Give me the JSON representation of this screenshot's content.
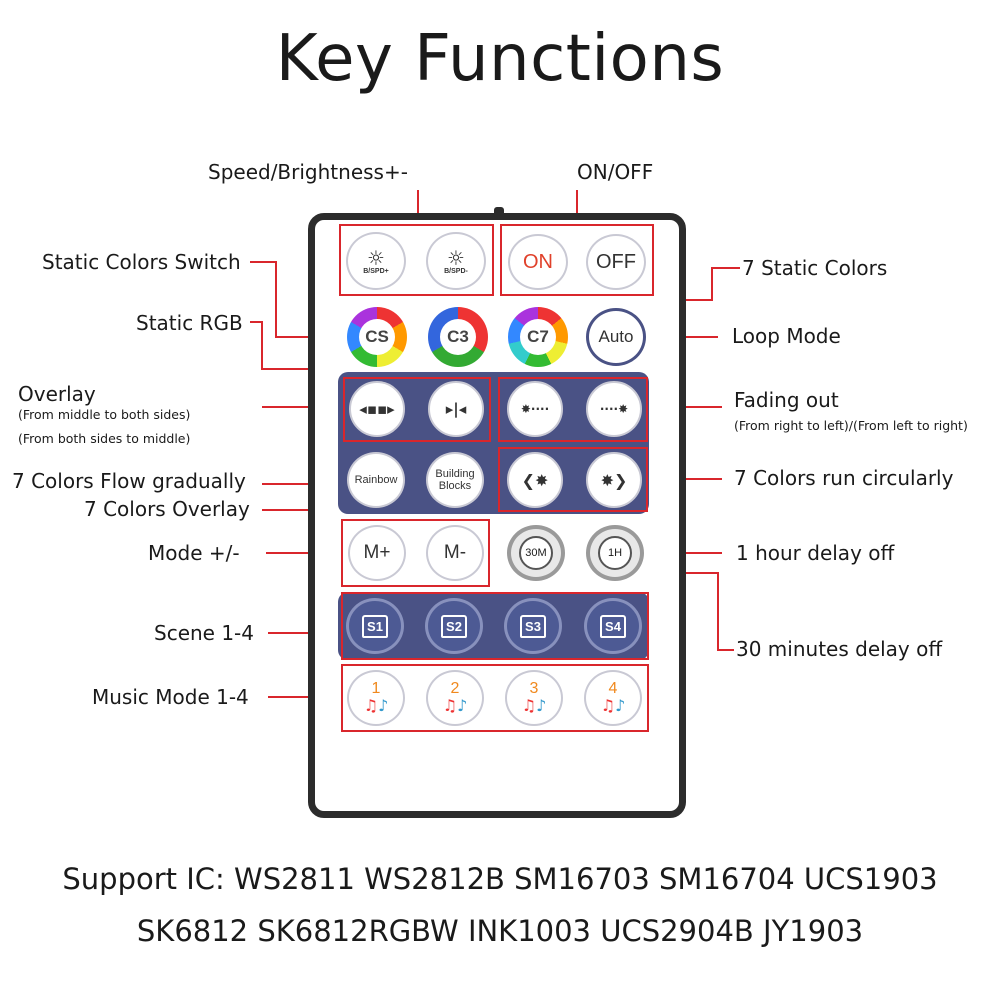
{
  "title": "Key Functions",
  "labels": {
    "speed": "Speed/Brightness+-",
    "onoff": "ON/OFF",
    "static_colors_switch": "Static Colors Switch",
    "seven_static": "7 Static Colors",
    "static_rgb": "Static RGB",
    "loop_mode": "Loop Mode",
    "overlay": "Overlay",
    "overlay_sub1": "(From middle to both sides)",
    "overlay_sub2": "(From both sides to middle)",
    "fading_out": "Fading out",
    "fading_sub": "(From right to left)/(From left to right)",
    "flow_gradually": "7 Colors Flow gradually",
    "colors_overlay": "7 Colors Overlay",
    "run_circularly": "7 Colors run circularly",
    "mode": "Mode +/-",
    "hour_delay": "1 hour delay off",
    "scene": "Scene 1-4",
    "thirty_delay": "30 minutes delay off",
    "music": "Music Mode 1-4"
  },
  "buttons": {
    "bright_up": "B/SPD+",
    "bright_down": "B/SPD-",
    "on": "ON",
    "off": "OFF",
    "cs": "CS",
    "c3": "C3",
    "c7": "C7",
    "auto": "Auto",
    "rainbow": "Rainbow",
    "building": "Building\nBlocks",
    "m_plus": "M+",
    "m_minus": "M-",
    "t30": "30M",
    "t1h": "1H",
    "s1": "S1",
    "s2": "S2",
    "s3": "S3",
    "s4": "S4",
    "music1": "1",
    "music2": "2",
    "music3": "3",
    "music4": "4"
  },
  "footer": {
    "line1": "Support IC: WS2811 WS2812B SM16703 SM16704 UCS1903",
    "line2": "SK6812 SK6812RGBW INK1003 UCS2904B JY1903"
  },
  "colors": {
    "accent_red": "#d9262c",
    "panel_blue": "#4a5285",
    "on_red": "#e0412b",
    "music_orange": "#f0891e"
  }
}
